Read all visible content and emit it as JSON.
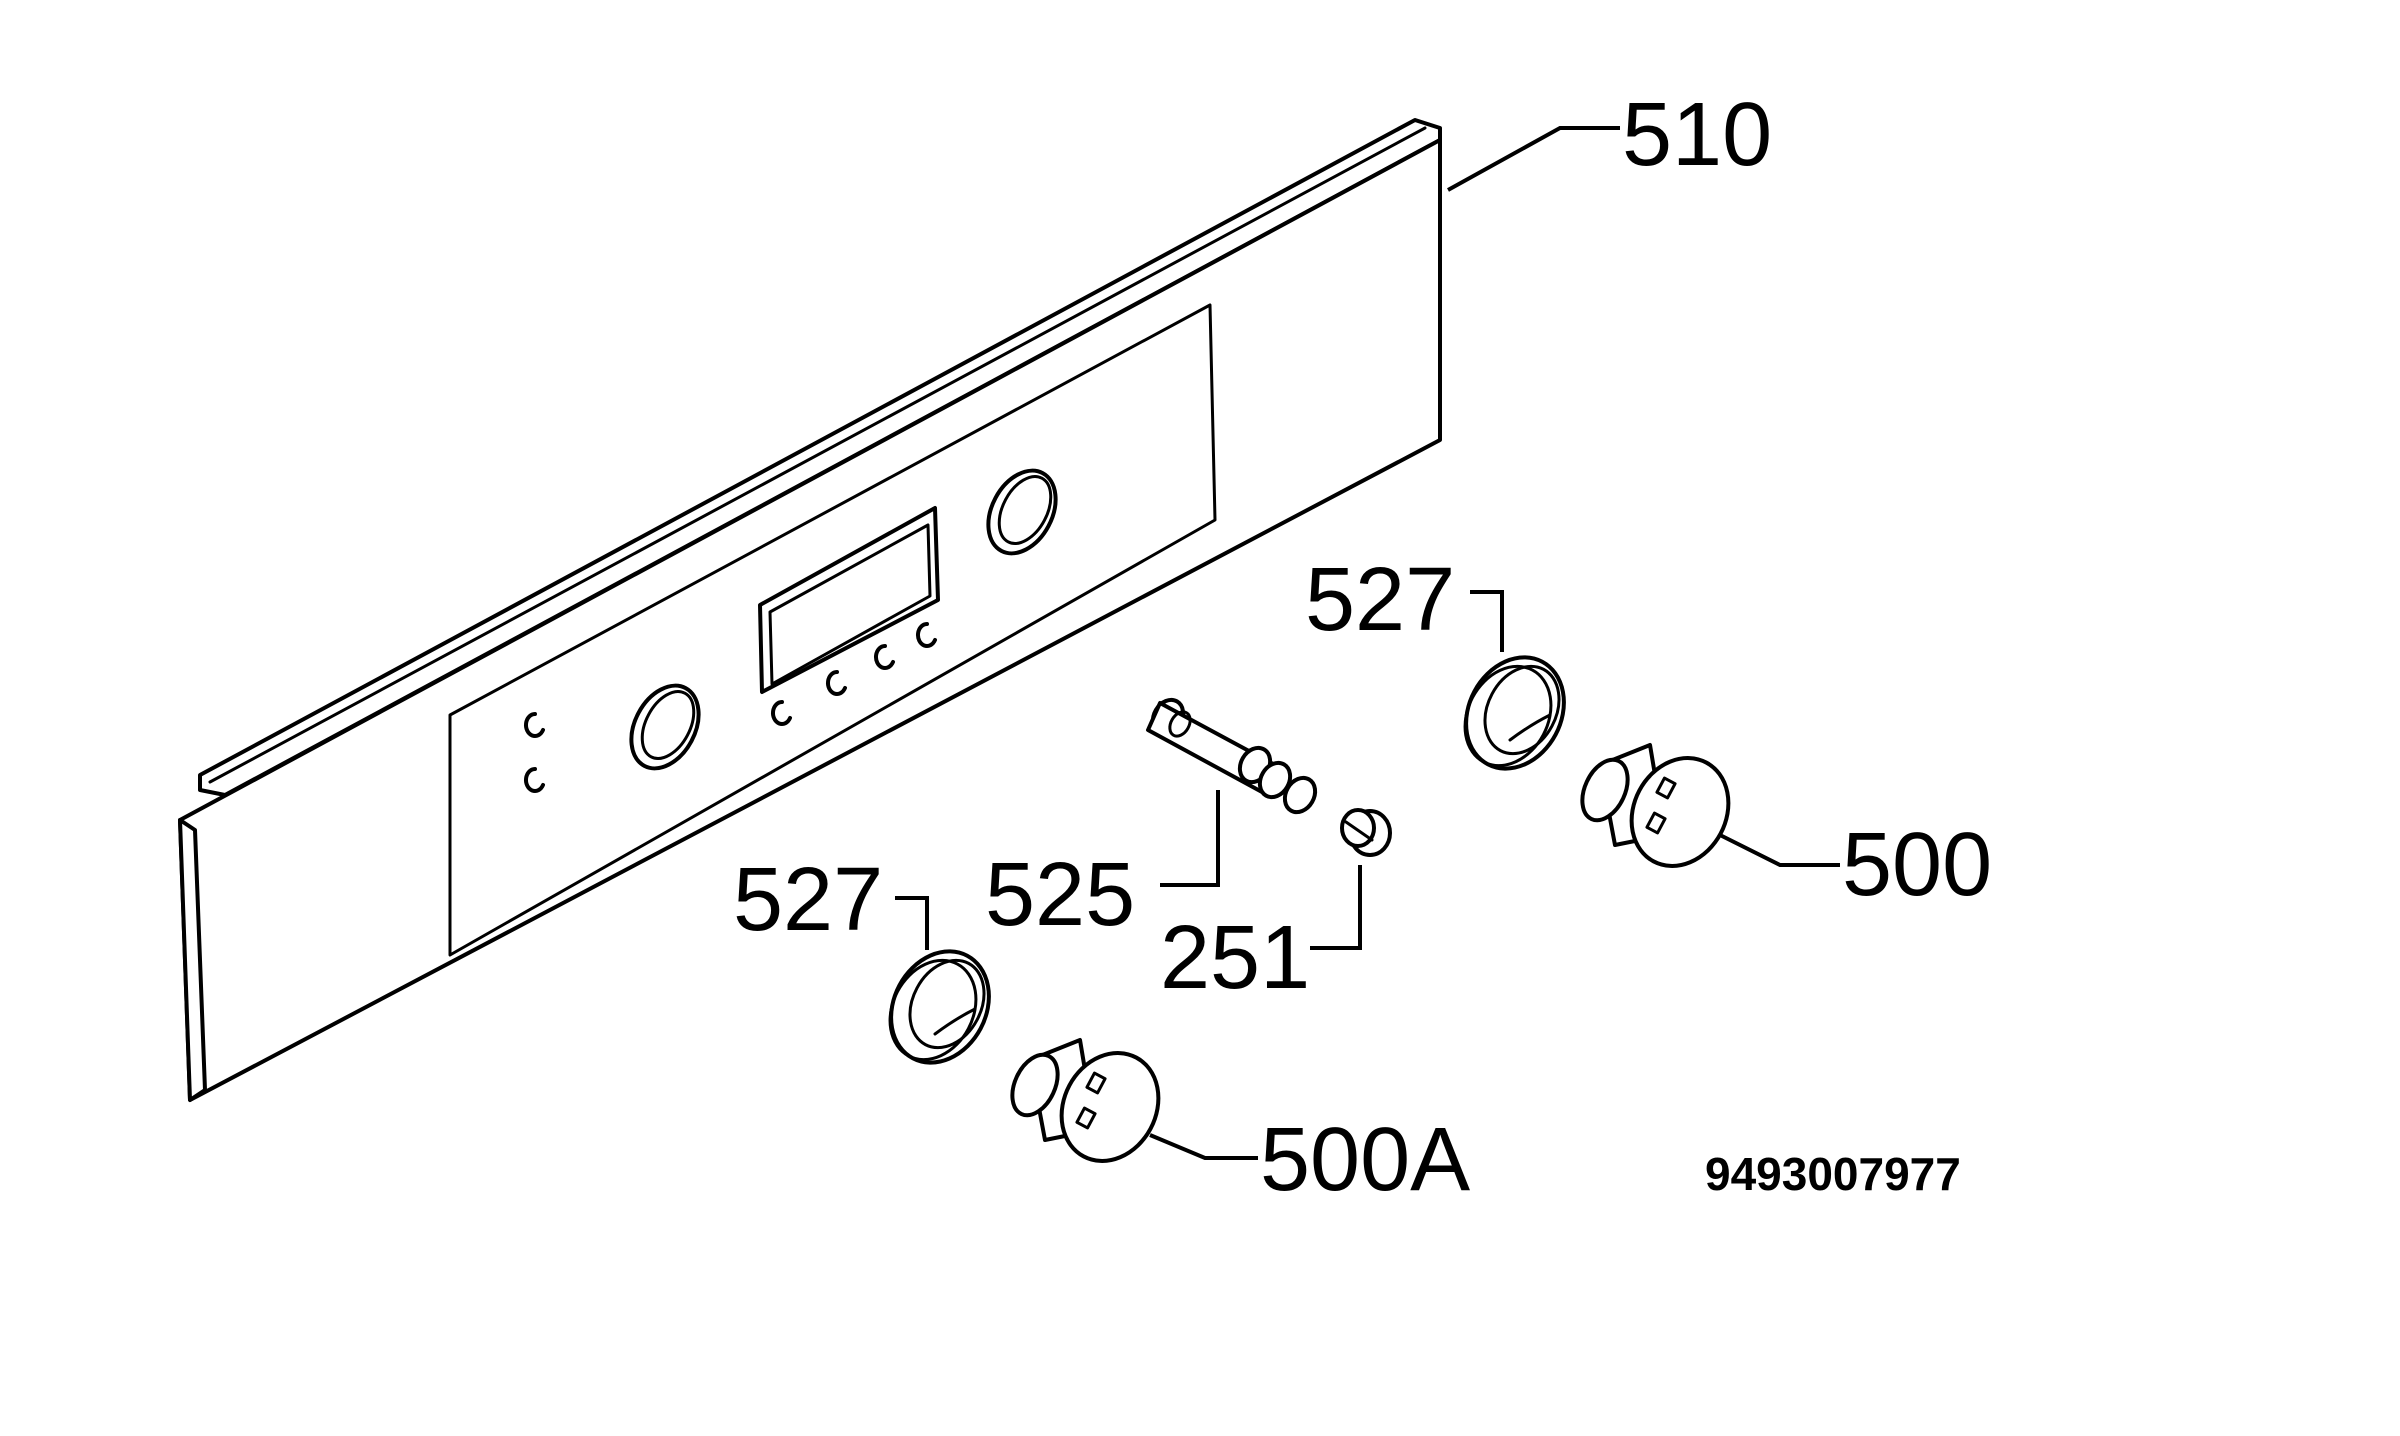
{
  "labels": {
    "panel": "510",
    "bezel_upper": "527",
    "bezel_lower": "527",
    "spindle": "525",
    "small_knob": "251",
    "knob_right": "500",
    "knob_left": "500A"
  },
  "document_number": "9493007977"
}
